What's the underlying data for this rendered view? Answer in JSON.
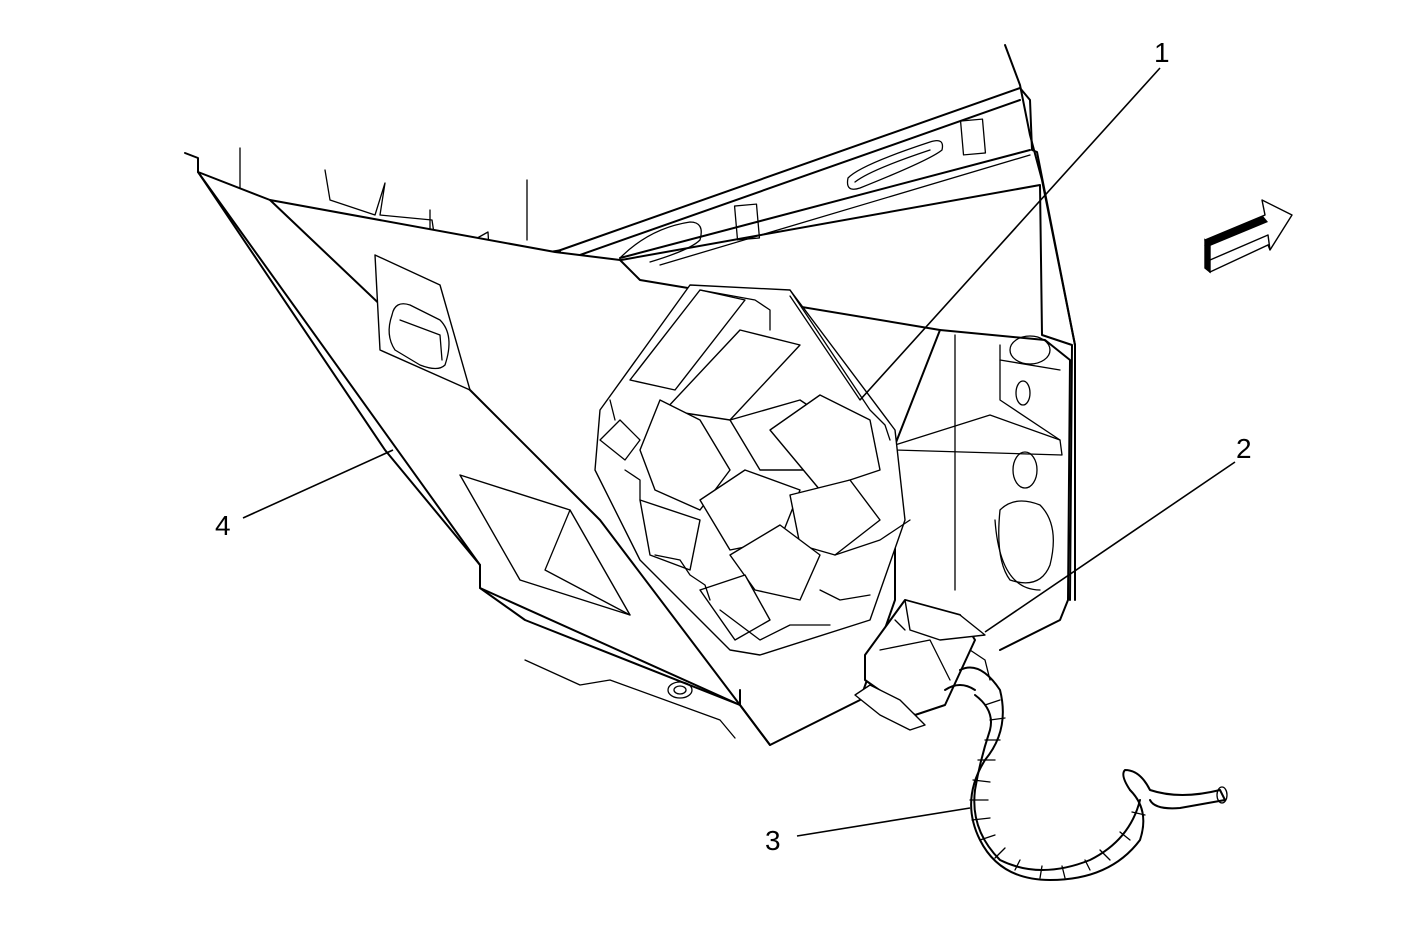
{
  "callouts": [
    {
      "id": "1",
      "text": "1"
    },
    {
      "id": "2",
      "text": "2"
    },
    {
      "id": "3",
      "text": "3"
    },
    {
      "id": "4",
      "text": "4"
    }
  ],
  "icons": [
    "direction-arrow-icon"
  ],
  "colors": {
    "line": "#000000",
    "background": "#ffffff"
  }
}
